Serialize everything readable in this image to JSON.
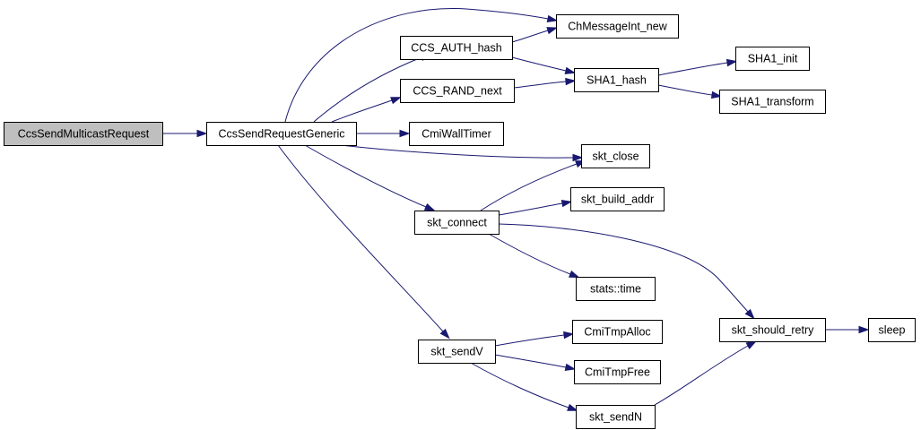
{
  "graph": {
    "colors": {
      "edge": "#191970",
      "root_fill": "#bfbfbf",
      "node_fill": "#ffffff",
      "border": "#000000"
    },
    "nodes": [
      {
        "id": "CcsSendMulticastRequest",
        "label": "CcsSendMulticastRequest",
        "root": true
      },
      {
        "id": "CcsSendRequestGeneric",
        "label": "CcsSendRequestGeneric"
      },
      {
        "id": "CCS_AUTH_hash",
        "label": "CCS_AUTH_hash"
      },
      {
        "id": "CCS_RAND_next",
        "label": "CCS_RAND_next"
      },
      {
        "id": "CmiWallTimer",
        "label": "CmiWallTimer"
      },
      {
        "id": "skt_connect",
        "label": "skt_connect"
      },
      {
        "id": "skt_sendV",
        "label": "skt_sendV"
      },
      {
        "id": "ChMessageInt_new",
        "label": "ChMessageInt_new"
      },
      {
        "id": "SHA1_hash",
        "label": "SHA1_hash"
      },
      {
        "id": "SHA1_init",
        "label": "SHA1_init"
      },
      {
        "id": "SHA1_transform",
        "label": "SHA1_transform"
      },
      {
        "id": "skt_close",
        "label": "skt_close"
      },
      {
        "id": "skt_build_addr",
        "label": "skt_build_addr"
      },
      {
        "id": "stats_time",
        "label": "stats::time"
      },
      {
        "id": "skt_should_retry",
        "label": "skt_should_retry"
      },
      {
        "id": "sleep",
        "label": "sleep"
      },
      {
        "id": "CmiTmpAlloc",
        "label": "CmiTmpAlloc"
      },
      {
        "id": "CmiTmpFree",
        "label": "CmiTmpFree"
      },
      {
        "id": "skt_sendN",
        "label": "skt_sendN"
      }
    ],
    "edges": [
      {
        "from": "CcsSendMulticastRequest",
        "to": "CcsSendRequestGeneric"
      },
      {
        "from": "CcsSendRequestGeneric",
        "to": "ChMessageInt_new"
      },
      {
        "from": "CcsSendRequestGeneric",
        "to": "CCS_AUTH_hash"
      },
      {
        "from": "CcsSendRequestGeneric",
        "to": "CCS_RAND_next"
      },
      {
        "from": "CcsSendRequestGeneric",
        "to": "CmiWallTimer"
      },
      {
        "from": "CcsSendRequestGeneric",
        "to": "skt_close"
      },
      {
        "from": "CcsSendRequestGeneric",
        "to": "skt_connect"
      },
      {
        "from": "CcsSendRequestGeneric",
        "to": "skt_sendV"
      },
      {
        "from": "CCS_AUTH_hash",
        "to": "ChMessageInt_new"
      },
      {
        "from": "CCS_AUTH_hash",
        "to": "SHA1_hash"
      },
      {
        "from": "CCS_RAND_next",
        "to": "SHA1_hash"
      },
      {
        "from": "SHA1_hash",
        "to": "SHA1_init"
      },
      {
        "from": "SHA1_hash",
        "to": "SHA1_transform"
      },
      {
        "from": "skt_connect",
        "to": "skt_close"
      },
      {
        "from": "skt_connect",
        "to": "skt_build_addr"
      },
      {
        "from": "skt_connect",
        "to": "stats_time"
      },
      {
        "from": "skt_connect",
        "to": "skt_should_retry"
      },
      {
        "from": "skt_should_retry",
        "to": "sleep"
      },
      {
        "from": "skt_sendV",
        "to": "CmiTmpAlloc"
      },
      {
        "from": "skt_sendV",
        "to": "CmiTmpFree"
      },
      {
        "from": "skt_sendV",
        "to": "skt_sendN"
      },
      {
        "from": "skt_sendN",
        "to": "skt_should_retry"
      }
    ]
  }
}
